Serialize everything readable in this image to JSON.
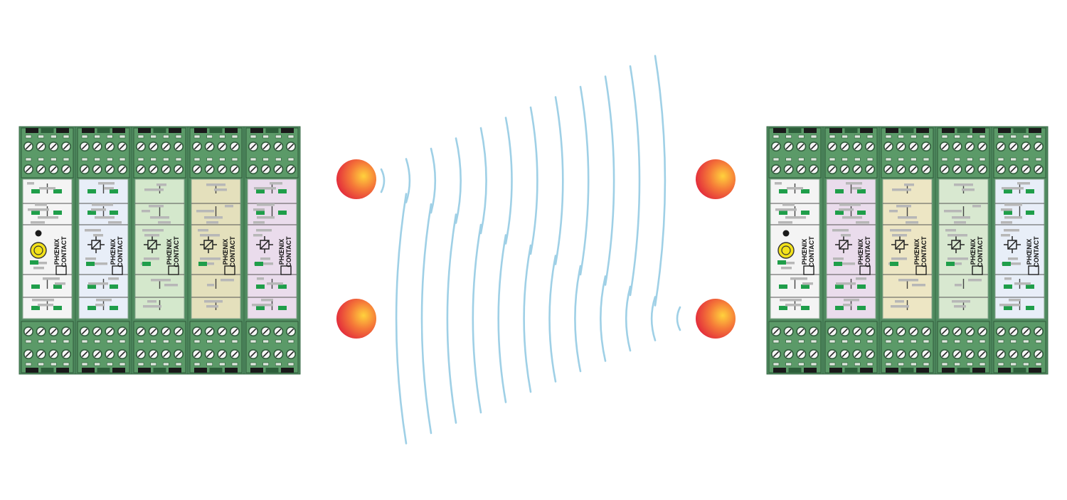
{
  "brand": {
    "line1": "PHŒNIX",
    "line2": "CONTACT"
  },
  "colors": {
    "rail": "#4f8a5f",
    "terminal": "#5b9a68",
    "terminal_dark": "#2f5a3a",
    "signal": "#9fd0e6",
    "led": "#1f9e4a",
    "node_inner": "#ffd23c",
    "node_outer": "#e0203c"
  },
  "left_group": {
    "modules": [
      {
        "type": "reset",
        "face": "#f4f4f4"
      },
      {
        "type": "relay",
        "face": "#e8eef8"
      },
      {
        "type": "relay",
        "face": "#d4e8cc"
      },
      {
        "type": "relay",
        "face": "#e4e0bc"
      },
      {
        "type": "relay",
        "face": "#eadcec"
      }
    ]
  },
  "right_group": {
    "modules": [
      {
        "type": "reset",
        "face": "#f4f4f4"
      },
      {
        "type": "relay",
        "face": "#eadcec"
      },
      {
        "type": "relay",
        "face": "#ede6c4"
      },
      {
        "type": "relay",
        "face": "#d8e8d0"
      },
      {
        "type": "relay",
        "face": "#e8eef8"
      }
    ]
  },
  "signals": [
    {
      "from": "node-left-top",
      "to": "node-right-top",
      "direction": "left-to-right"
    },
    {
      "from": "node-right-bottom",
      "to": "node-left-bottom",
      "direction": "right-to-left"
    }
  ]
}
